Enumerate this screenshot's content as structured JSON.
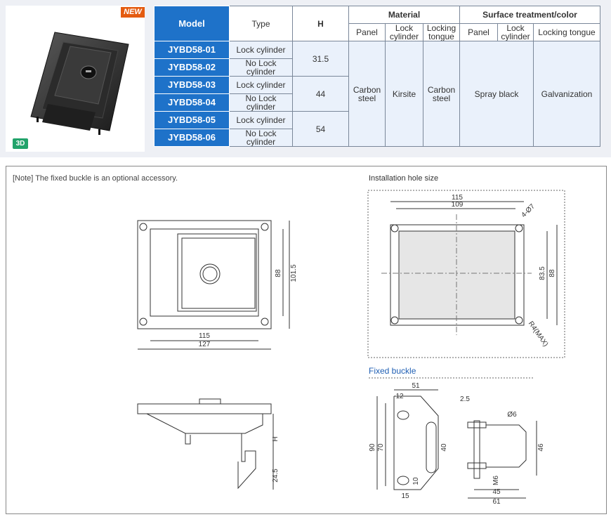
{
  "badges": {
    "new": "NEW",
    "three_d": "3D"
  },
  "table": {
    "col_model": "Model",
    "col_type": "Type",
    "col_h": "H",
    "group_material": "Material",
    "group_surface": "Surface treatment/color",
    "sub_material": [
      "Panel",
      "Lock cylinder",
      "Locking tongue"
    ],
    "sub_surface": [
      "Panel",
      "Lock cylinder",
      "Locking tongue"
    ],
    "rows": [
      {
        "model": "JYBD58-01",
        "type": "Lock cylinder"
      },
      {
        "model": "JYBD58-02",
        "type": "No Lock cylinder"
      },
      {
        "model": "JYBD58-03",
        "type": "Lock cylinder"
      },
      {
        "model": "JYBD58-04",
        "type": "No Lock cylinder"
      },
      {
        "model": "JYBD58-05",
        "type": "Lock cylinder"
      },
      {
        "model": "JYBD58-06",
        "type": "No Lock cylinder"
      }
    ],
    "h_values": [
      "31.5",
      "44",
      "54"
    ],
    "mat_panel": "Carbon steel",
    "mat_cylinder": "Kirsite",
    "mat_tongue": "Carbon steel",
    "surf_panel_cyl": "Spray black",
    "surf_tongue": "Galvanization"
  },
  "drawing": {
    "note": "[Note] The fixed buckle is an optional accessory.",
    "install_title": "Installation hole size",
    "fixed_buckle_title": "Fixed buckle",
    "front_dims": {
      "w_inner": "115",
      "w_outer": "127",
      "h_inner": "88",
      "h_outer": "101.5"
    },
    "side_dims": {
      "h": "H",
      "t": "24.5"
    },
    "hole_dims": {
      "w_outer": "115",
      "w_inner": "109",
      "hole": "4-Ø7",
      "h_inner": "83.5",
      "h_outer": "88",
      "radius": "R4(MAX)"
    },
    "buckle_dims": {
      "w": "51",
      "top": "12",
      "h_total": "90",
      "h_mid": "70",
      "slot": "40",
      "bottom": "10",
      "bottom_w": "15",
      "t": "2.5",
      "d": "Ø6",
      "h_side": "46",
      "m": "M6",
      "w1": "45",
      "w2": "61"
    }
  }
}
